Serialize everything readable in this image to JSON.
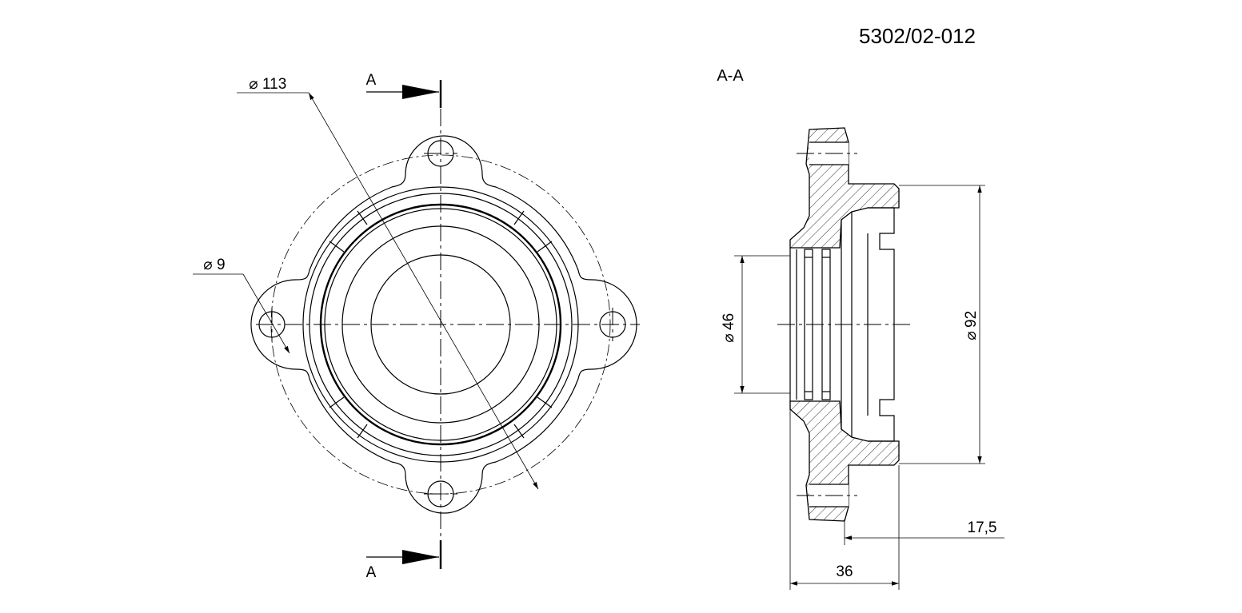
{
  "part_number": "5302/02-012",
  "section_label": "A-A",
  "section_marks": {
    "top": "A",
    "bottom": "A"
  },
  "dimensions": {
    "bolt_circle": "113",
    "hole": "9",
    "bore": "46",
    "flange_outer": "92",
    "offset": "17,5",
    "length": "36"
  },
  "symbols": {
    "diameter": "⌀"
  }
}
